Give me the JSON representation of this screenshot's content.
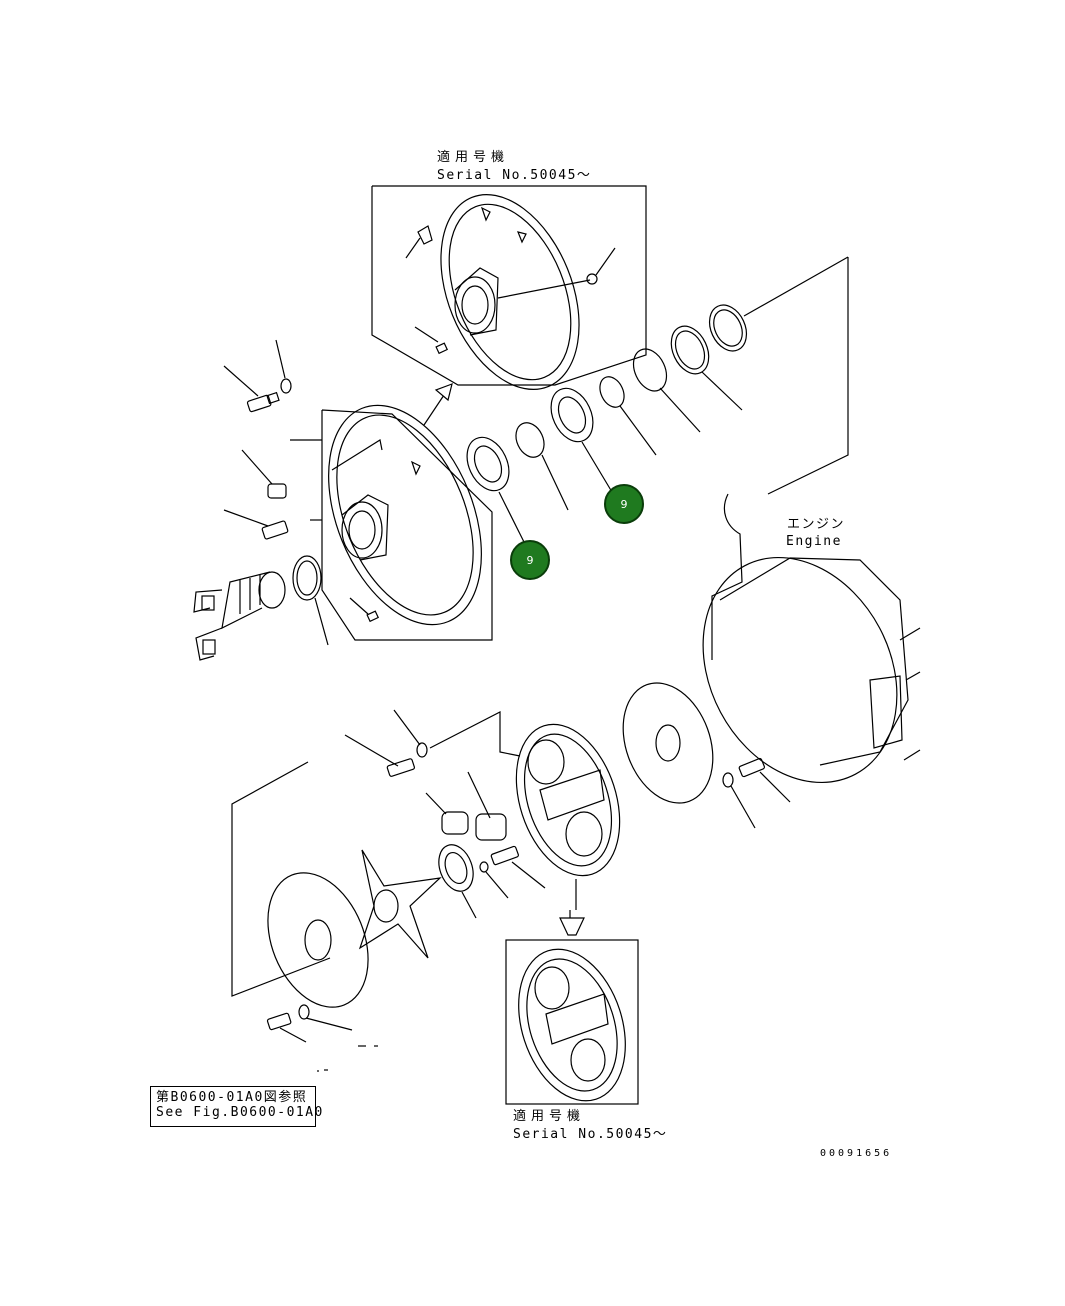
{
  "top_inset": {
    "title": "適用号機",
    "serial": "Serial No.50045～"
  },
  "bottom_inset": {
    "title": "適用号機",
    "serial": "Serial No.50045～"
  },
  "engine": {
    "jp": "エンジン",
    "en": "Engine"
  },
  "reference": {
    "jp": "第B0600-01A0図参照",
    "en": "See Fig.B0600-01A0"
  },
  "drawing_number": "00091656",
  "callouts": [
    {
      "label": "9"
    },
    {
      "label": "9"
    }
  ],
  "colors": {
    "callout_fill": "#1f7a1f",
    "line": "#000000"
  }
}
